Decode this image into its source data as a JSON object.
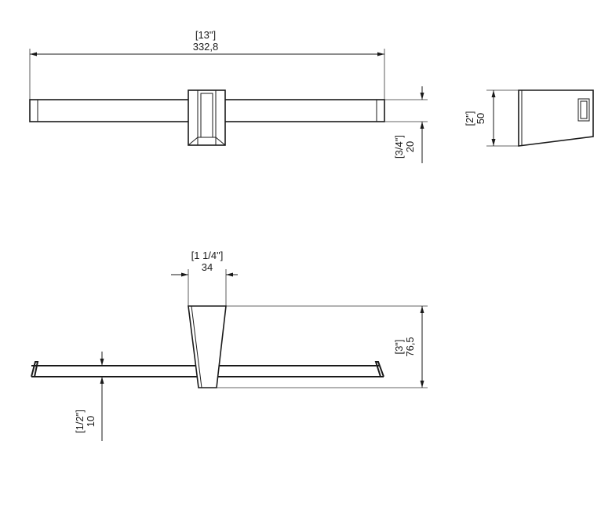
{
  "dimensions": {
    "overall_length_in": "[13\"]",
    "overall_length_mm": "332,8",
    "bar_thickness_in": "[3/4\"]",
    "bar_thickness_mm": "20",
    "side_height_in": "[2\"]",
    "side_height_mm": "50",
    "bracket_width_in": "[1 1/4\"]",
    "bracket_width_mm": "34",
    "projection_in": "[3\"]",
    "projection_mm": "76,5",
    "rod_height_in": "[1/2\"]",
    "rod_height_mm": "10"
  }
}
